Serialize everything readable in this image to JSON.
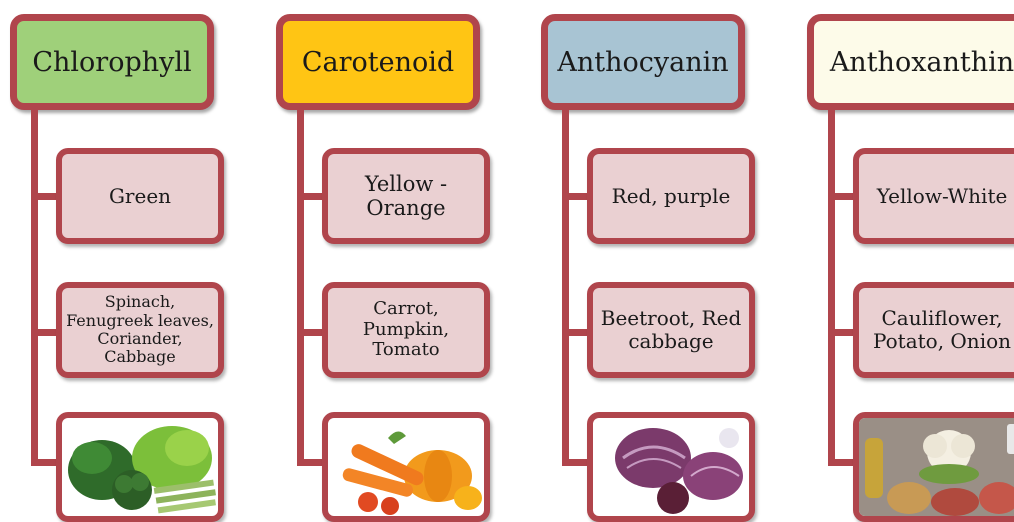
{
  "columns": [
    {
      "pigment": "Chlorophyll",
      "header_color": "#9fd07a",
      "color_text": "Green",
      "examples_text": "Spinach,\nFenugreek leaves,\nCoriander,\nCabbage",
      "image_icon": "leafy-greens-icon"
    },
    {
      "pigment": "Carotenoid",
      "header_color": "#ffc514",
      "color_text": "Yellow -\nOrange",
      "examples_text": "Carrot,\nPumpkin,\nTomato",
      "image_icon": "carrot-pumpkin-icon"
    },
    {
      "pigment": "Anthocyanin",
      "header_color": "#a8c4d3",
      "color_text": "Red, purple",
      "examples_text": "Beetroot, Red\ncabbage",
      "image_icon": "red-cabbage-beetroot-icon"
    },
    {
      "pigment": "Anthoxanthin",
      "header_color": "#fdfbe9",
      "color_text": "Yellow-White",
      "examples_text": "Cauliflower,\nPotato, Onion",
      "image_icon": "cauliflower-potato-icon"
    }
  ]
}
